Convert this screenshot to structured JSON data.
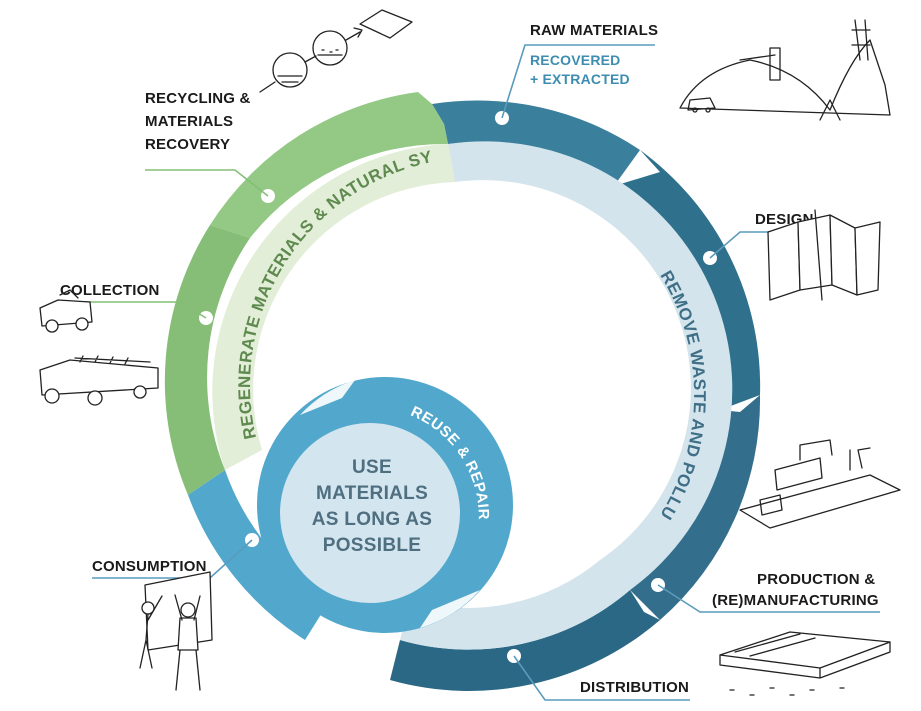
{
  "colors": {
    "dark_teal": "#2f718d",
    "dark_teal_alt": "#3a7f9b",
    "light_blue_band": "#d3e4ec",
    "green": "#93c984",
    "green_light": "#e2eed7",
    "reuse_blue": "#52a8cc",
    "center_fill": "#d3e6ef",
    "leader_line": "#5a9bbd",
    "text_dark": "#1a1a1a",
    "sub_text": "#3d8db0"
  },
  "labels": {
    "raw_materials": "RAW MATERIALS",
    "raw_materials_sub_1": "RECOVERED",
    "raw_materials_sub_2": "+ EXTRACTED",
    "design": "DESIGN",
    "production_1": "PRODUCTION &",
    "production_2": "(RE)MANUFACTURING",
    "distribution": "DISTRIBUTION",
    "consumption": "CONSUMPTION",
    "collection": "COLLECTION",
    "recycling_1": "RECYCLING &",
    "recycling_2": "MATERIALS",
    "recycling_3": "RECOVERY"
  },
  "arc_texts": {
    "regenerate": "REGENERATE MATERIALS & NATURAL SYSTEMS",
    "remove": "REMOVE WASTE AND POLLUTION",
    "reuse": "REUSE & REPAIR"
  },
  "center": {
    "line1": "USE",
    "line2": "MATERIALS",
    "line3": "AS LONG AS",
    "line4": "POSSIBLE"
  },
  "icons": {
    "raw_materials": "mining-site-icon",
    "design": "folded-panels-icon",
    "production": "factory-machinery-icon",
    "distribution": "warehouse-icon",
    "consumption": "workers-carrying-panel-icon",
    "collection": "collection-truck-icon",
    "recycling": "recycling-process-icon"
  }
}
